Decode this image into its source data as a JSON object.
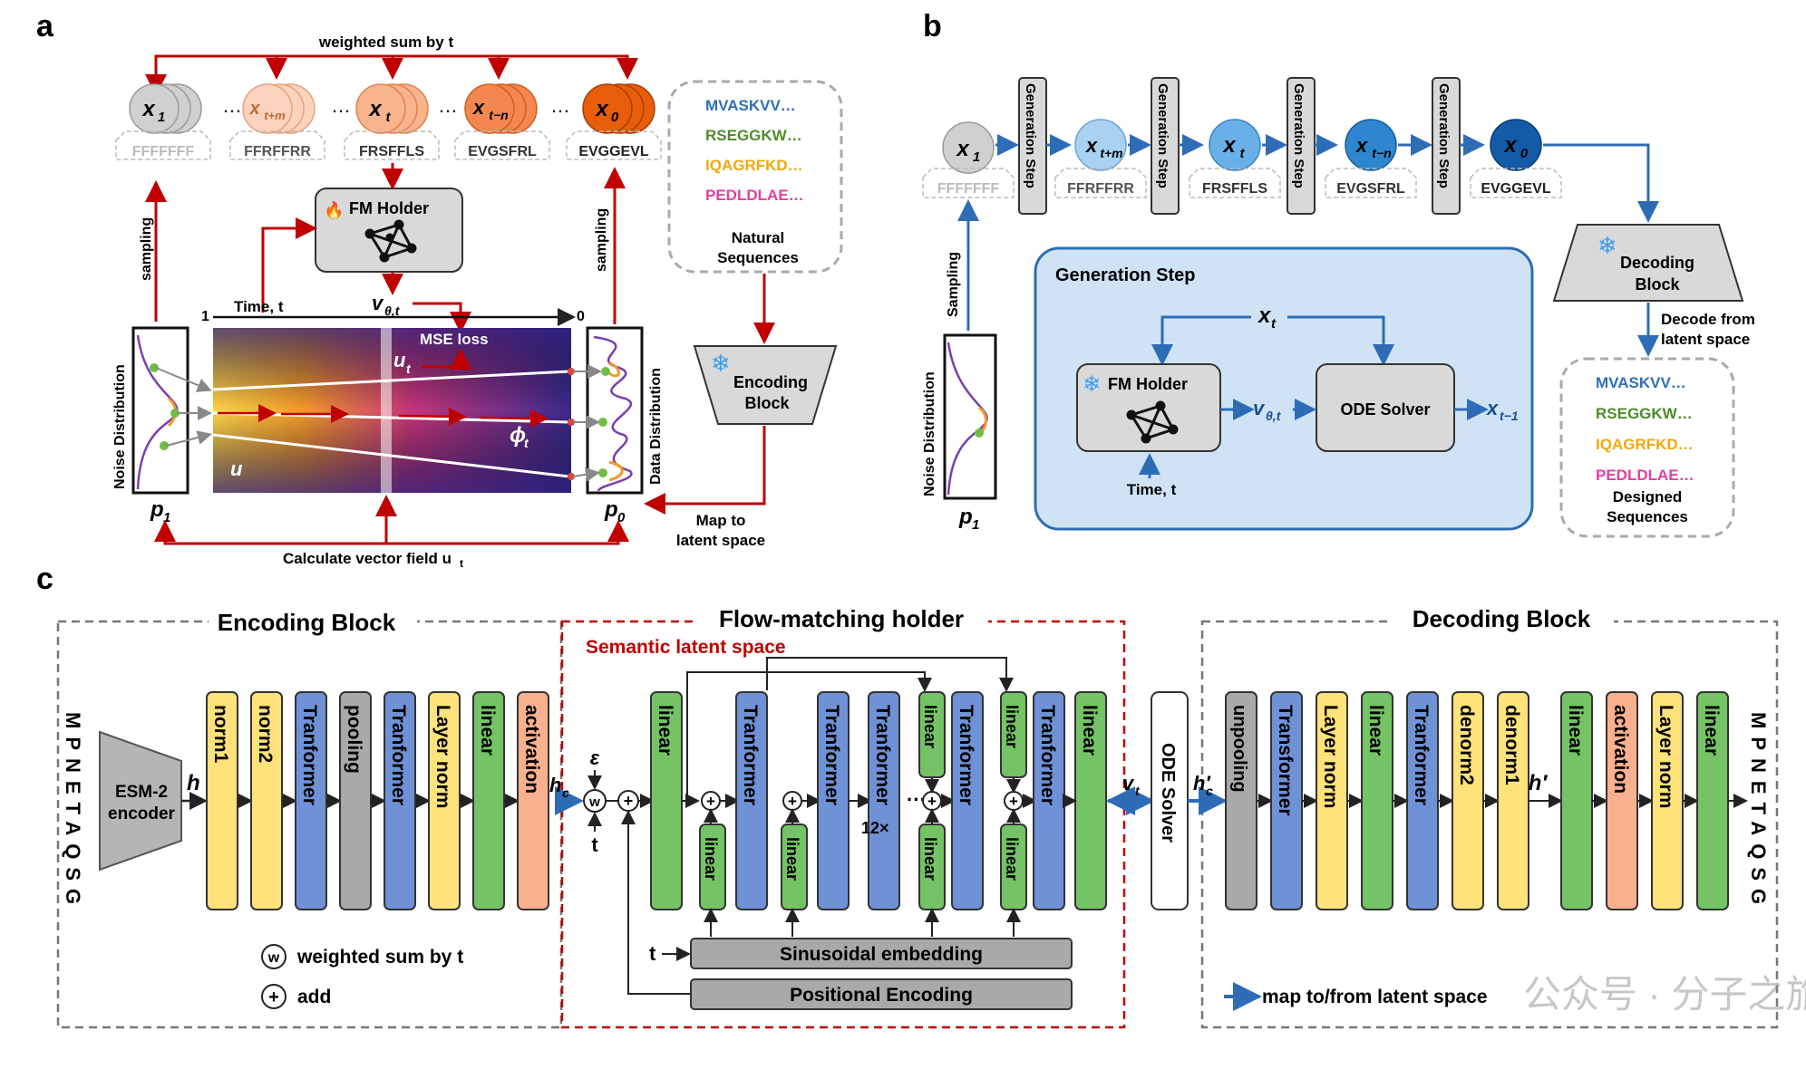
{
  "panels": {
    "a": "a",
    "b": "b",
    "c": "c"
  },
  "panel_a": {
    "top_label": "weighted sum by t",
    "states": [
      {
        "sym": "x",
        "sub": "1",
        "seq": "FFFFFFF",
        "color": "#d0d0d0",
        "stroke": "#9a9a9a"
      },
      {
        "sym": "x",
        "sub": "t+m",
        "seq": "FFRFFRR",
        "color": "#fbd3bd",
        "stroke": "#e5a27e"
      },
      {
        "sym": "x",
        "sub": "t",
        "seq": "FRSFFLS",
        "color": "#f8b48b",
        "stroke": "#e08350"
      },
      {
        "sym": "x",
        "sub": "t−n",
        "seq": "EVGSFRL",
        "color": "#f4874f",
        "stroke": "#cf5f22"
      },
      {
        "sym": "x",
        "sub": "0",
        "seq": "EVGGEVL",
        "color": "#e85d0a",
        "stroke": "#a63f03"
      }
    ],
    "ellipsis": "…",
    "fm_holder": "FM Holder",
    "time_label": "Time, t",
    "v_sym": "v",
    "v_sub": "θ,t",
    "mse": "MSE loss",
    "u_t": "u",
    "u_t_sub": "t",
    "u": "u",
    "phi": "ϕ",
    "phi_sub": "t",
    "axis_start": "1",
    "axis_end": "0",
    "sampling": "sampling",
    "noise_dist": "Noise Distribution",
    "data_dist": "Data Distribution",
    "p1": "p",
    "p1_sub": "1",
    "p0": "p",
    "p0_sub": "0",
    "bottom_label": "Calculate vector field u",
    "bottom_label_sub": "t",
    "natural": {
      "seqs": [
        {
          "text": "MVASKVV…",
          "color": "#2f6fb8"
        },
        {
          "text": "RSEGGKW…",
          "color": "#4f8b2a"
        },
        {
          "text": "IQAGRFKD…",
          "color": "#f1a80c"
        },
        {
          "text": "PEDLDLAE…",
          "color": "#e340a0"
        }
      ],
      "label1": "Natural",
      "label2": "Sequences"
    },
    "encoding_block": [
      "Encoding",
      "Block"
    ],
    "map_label": [
      "Map to",
      "latent space"
    ]
  },
  "panel_b": {
    "states": [
      {
        "sym": "x",
        "sub": "1",
        "seq": "FFFFFFF",
        "color": "#d0d0d0"
      },
      {
        "sym": "x",
        "sub": "t+m",
        "seq": "FFRFFRR",
        "color": "#a9d2f2"
      },
      {
        "sym": "x",
        "sub": "t",
        "seq": "FRSFFLS",
        "color": "#6ab0e8"
      },
      {
        "sym": "x",
        "sub": "t−n",
        "seq": "EVGSFRL",
        "color": "#2d86cf"
      },
      {
        "sym": "x",
        "sub": "0",
        "seq": "EVGGEVL",
        "color": "#135ba6"
      }
    ],
    "gen_step": "Generation Step",
    "sampling": "Sampling",
    "noise_dist": "Noise Distribution",
    "p1": "p",
    "p1_sub": "1",
    "box_title": "Generation Step",
    "xt": "x",
    "xt_sub": "t",
    "fm_holder": "FM Holder",
    "time_label": "Time, t",
    "v_sym": "v",
    "v_sub": "θ,t",
    "ode": "ODE Solver",
    "xtm1": "x",
    "xtm1_sub": "t−1",
    "decoding_block": [
      "Decoding",
      "Block"
    ],
    "decode_label": [
      "Decode from",
      "latent space"
    ],
    "designed": {
      "seqs": [
        {
          "text": "MVASKVV…",
          "color": "#2f6fb8"
        },
        {
          "text": "RSEGGKW…",
          "color": "#4f8b2a"
        },
        {
          "text": "IQAGRFKD…",
          "color": "#f1a80c"
        },
        {
          "text": "PEDLDLAE…",
          "color": "#e340a0"
        }
      ],
      "label1": "Designed",
      "label2": "Sequences"
    }
  },
  "panel_c": {
    "encoding_title": "Encoding Block",
    "fm_title": "Flow-matching holder",
    "semantic": "Semantic latent space",
    "decoding_title": "Decoding Block",
    "input_seq": "MPNETAQSG",
    "output_seq": "MPNETAQSG",
    "esm": [
      "ESM-2",
      "encoder"
    ],
    "h": "h",
    "hc": "h",
    "hc_sub": "c",
    "eps": "ε",
    "w": "w",
    "plus": "+",
    "t": "t",
    "enc_layers": [
      {
        "label": "norm1",
        "kind": "yellow"
      },
      {
        "label": "norm2",
        "kind": "yellow"
      },
      {
        "label": "Tranformer",
        "kind": "blue"
      },
      {
        "label": "pooling",
        "kind": "gray"
      },
      {
        "label": "Tranformer",
        "kind": "blue"
      },
      {
        "label": "Layer norm",
        "kind": "yellow"
      },
      {
        "label": "linear",
        "kind": "green"
      },
      {
        "label": "activation",
        "kind": "orange"
      }
    ],
    "fm_layers": {
      "linear_in": "linear",
      "linear_small": "linear",
      "transformer": "Tranformer",
      "linear_out": "linear",
      "repeat": "12×",
      "dots": "···"
    },
    "sinusoidal": "Sinusoidal embedding",
    "positional": "Positional Encoding",
    "vt": "v",
    "vt_sub": "t",
    "ode": "ODE Solver",
    "hcp": "h′",
    "hcp_sub": "c",
    "hp": "h′",
    "dec_layers": [
      {
        "label": "unpooling",
        "kind": "gray"
      },
      {
        "label": "Transformer",
        "kind": "blue"
      },
      {
        "label": "Layer norm",
        "kind": "yellow"
      },
      {
        "label": "linear",
        "kind": "green"
      },
      {
        "label": "Tranformer",
        "kind": "blue"
      },
      {
        "label": "denorm2",
        "kind": "yellow"
      },
      {
        "label": "denorm1",
        "kind": "yellow"
      },
      {
        "label": "linear",
        "kind": "green"
      },
      {
        "label": "activation",
        "kind": "orange"
      },
      {
        "label": "Layer norm",
        "kind": "yellow"
      },
      {
        "label": "linear",
        "kind": "green"
      }
    ],
    "legend_w": "weighted sum by t",
    "legend_add": "add",
    "legend_map": "map to/from latent space"
  },
  "watermark": "公众号 · 分子之旅",
  "colors": {
    "red": "#c00000",
    "blue": "#2e6db5",
    "yellow": "#ffe27a",
    "blue_layer": "#6f91d6",
    "green": "#74c365",
    "gray": "#a9a9a9",
    "orange": "#f9b08e"
  }
}
